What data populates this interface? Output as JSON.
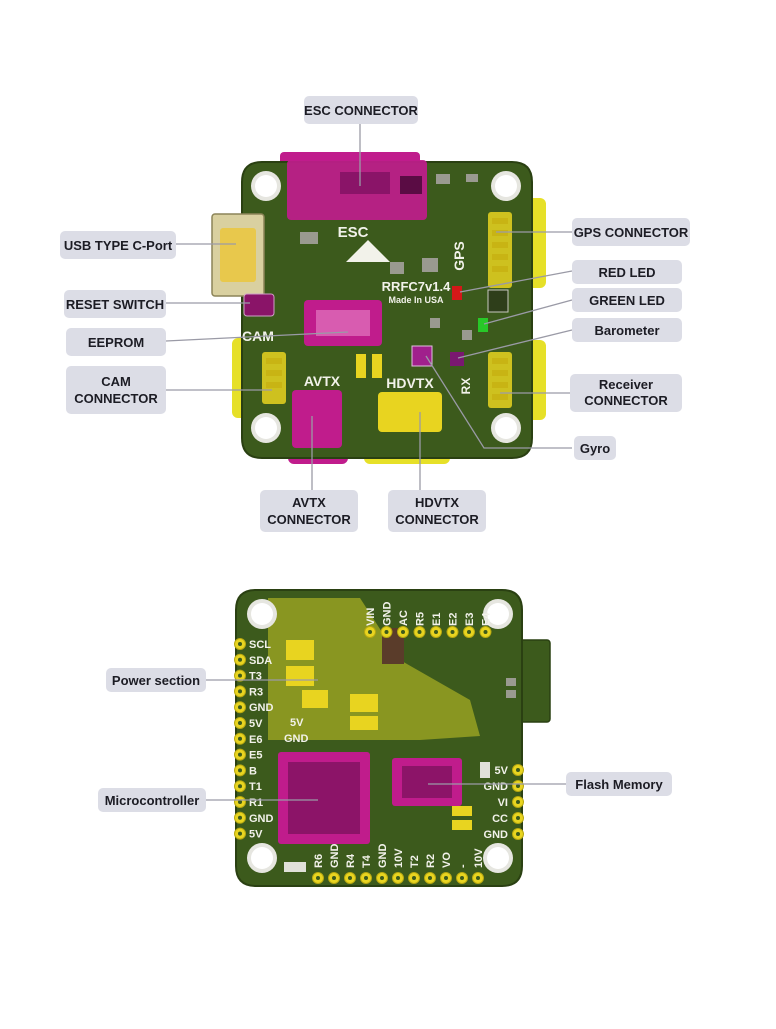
{
  "colors": {
    "pcb": "#3c5a1c",
    "pcb_edge": "#2a4012",
    "silk": "#f2f2ea",
    "pad": "#e8d420",
    "highlight_magenta": "#c01c8c",
    "highlight_yellow": "#e6e028",
    "callout_bg": "#dcdde6",
    "leader": "#9a9aa6"
  },
  "top_board": {
    "silk_labels": {
      "esc": "ESC",
      "gps": "GPS",
      "model": "RRFC7v1.4",
      "made_in": "Made In USA",
      "cam": "CAM",
      "avtx": "AVTX",
      "hdvtx": "HDVTX",
      "rx": "RX"
    },
    "callouts": {
      "esc_connector": "ESC CONNECTOR",
      "usb_port": "USB TYPE C-Port",
      "reset_switch": "RESET SWITCH",
      "eeprom": "EEPROM",
      "cam_connector": "CAM\nCONNECTOR",
      "gps_connector": "GPS CONNECTOR",
      "red_led": "RED LED",
      "green_led": "GREEN LED",
      "barometer": "Barometer",
      "receiver_connector": "Receiver\nCONNECTOR",
      "gyro": "Gyro",
      "avtx_connector": "AVTX\nCONNECTOR",
      "hdvtx_connector": "HDVTX\nCONNECTOR"
    }
  },
  "bottom_board": {
    "top_pads": [
      "VIN",
      "GND",
      "AC",
      "R5",
      "E1",
      "E2",
      "E3",
      "E4"
    ],
    "left_pads": [
      "SCL",
      "SDA",
      "T3",
      "R3",
      "GND",
      "5V",
      "E6",
      "E5",
      "B",
      "T1",
      "R1",
      "GND",
      "5V"
    ],
    "bottom_pads": [
      "R6",
      "GND",
      "R4",
      "T4",
      "GND",
      "10V",
      "T2",
      "R2",
      "VO",
      "-",
      "10V"
    ],
    "right_pads": [
      "5V",
      "GND",
      "VI",
      "CC",
      "GND"
    ],
    "inner_labels": [
      "5V",
      "GND"
    ],
    "callouts": {
      "power_section": "Power section",
      "microcontroller": "Microcontroller",
      "flash_memory": "Flash Memory"
    }
  }
}
